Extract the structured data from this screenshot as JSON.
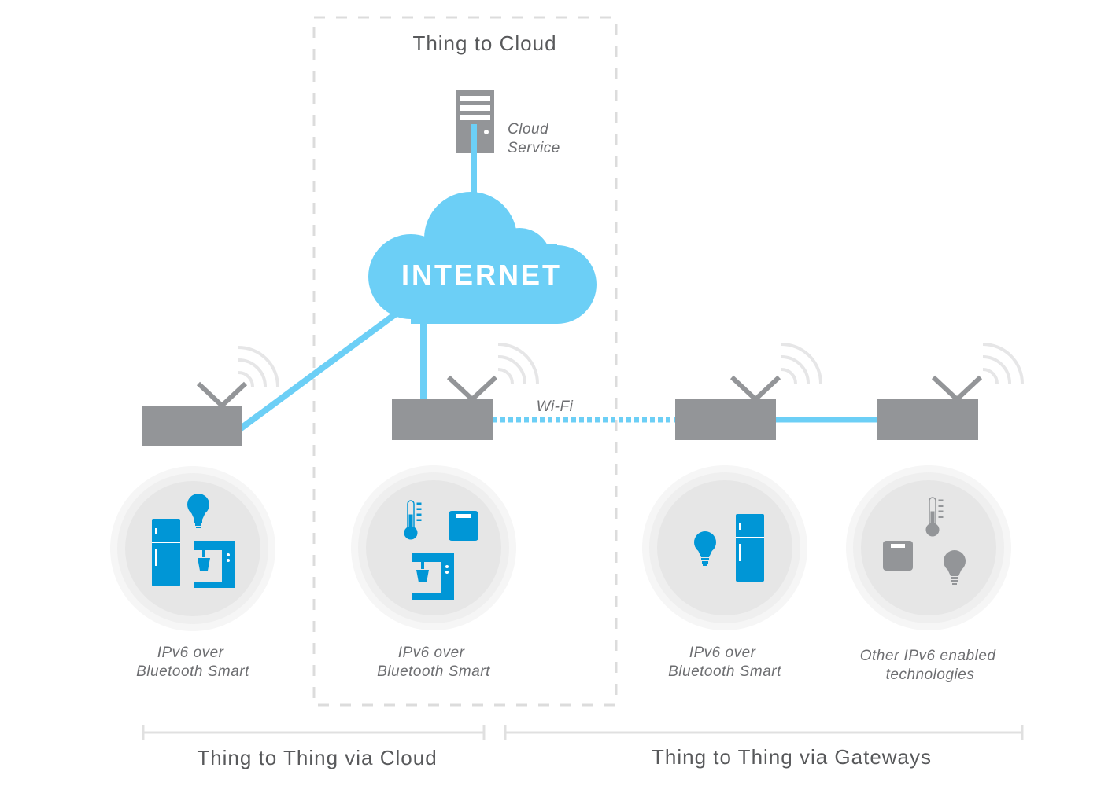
{
  "title": "Thing to Cloud",
  "cloud": {
    "label": "INTERNET",
    "color": "#6ccff6"
  },
  "server": {
    "label_line1": "Cloud",
    "label_line2": "Service"
  },
  "wifi_label": "Wi-Fi",
  "groups": [
    {
      "label_line1": "IPv6 over",
      "label_line2": "Bluetooth Smart",
      "devices": [
        "fridge",
        "lightbulb",
        "coffee-machine"
      ],
      "icon_color": "#0096d6"
    },
    {
      "label_line1": "IPv6 over",
      "label_line2": "Bluetooth Smart",
      "devices": [
        "thermometer",
        "scale",
        "coffee-machine"
      ],
      "icon_color": "#0096d6"
    },
    {
      "label_line1": "IPv6 over",
      "label_line2": "Bluetooth Smart",
      "devices": [
        "lightbulb",
        "fridge"
      ],
      "icon_color": "#0096d6"
    },
    {
      "label_line1": "Other IPv6 enabled",
      "label_line2": "technologies",
      "devices": [
        "thermometer",
        "scale",
        "lightbulb"
      ],
      "icon_color": "#939598"
    }
  ],
  "sections": {
    "via_cloud": "Thing to Thing via Cloud",
    "via_gateways": "Thing to Thing via Gateways"
  },
  "colors": {
    "router": "#939598",
    "link": "#6ccff6",
    "device_blue": "#0096d6",
    "device_gray": "#939598"
  }
}
